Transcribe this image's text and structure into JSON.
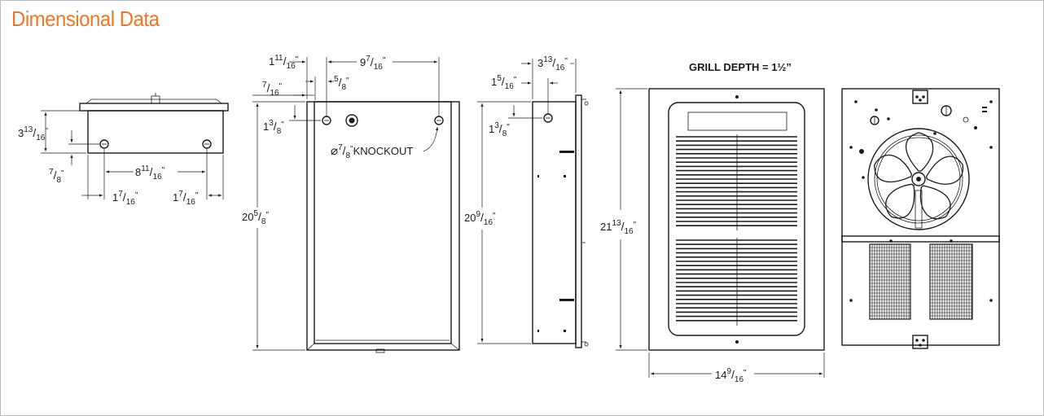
{
  "title": "Dimensional Data",
  "colors": {
    "title": "#e8782a",
    "line": "#1a1a1a",
    "frame": "#b9b9b9"
  },
  "dims": {
    "top_height": "3 13/16\"",
    "top_offset": "7/8\"",
    "top_hole_span": "8 11/16\"",
    "top_left_edge": "1 7/16\"",
    "top_right_edge": "1 7/16\"",
    "front_flange": "1 11/16\"",
    "front_hole_top": "9 7/16\"",
    "front_flange_thick": "7/16\"",
    "front_hole_left": "5/8\"",
    "front_hole_drop": "1 3/8\"",
    "front_height": "20 5/8\"",
    "knockout": "⌀ 7/8\" KNOCKOUT",
    "side_depth": "3 13/16\"",
    "side_hole": "1 5/16\"",
    "side_hole_drop": "1 3/8\"",
    "side_height": "20 9/16\"",
    "grill_depth": "GRILL DEPTH = 1½\"",
    "grill_height": "21 13/16\"",
    "grill_width": "14 9/16\""
  },
  "labels": {
    "knockout": "KNOCKOUT",
    "grill_depth": "GRILL DEPTH = 1½”"
  }
}
